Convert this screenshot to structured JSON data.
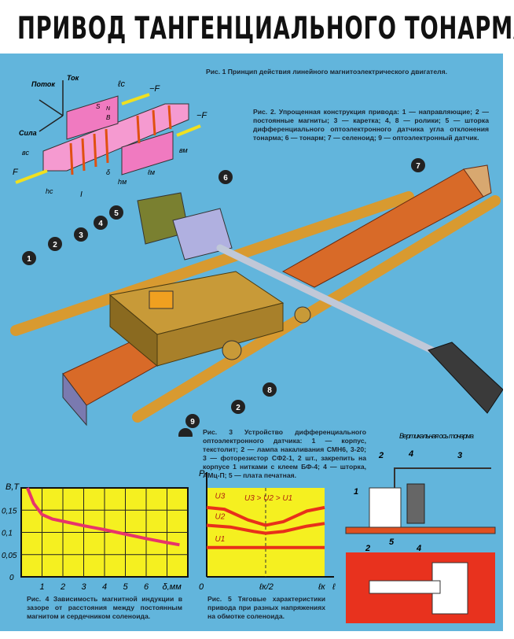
{
  "title": "ПРИВОД ТАНГЕНЦИАЛЬНОГО ТОНАРМА",
  "captions": {
    "fig1": "Рис. 1 Принцип действия линейного магнитоэлектрического двигателя.",
    "fig2": "Рис. 2. Упрощенная конструкция привода: 1 — направляющие; 2 — постоянные магниты; 3 — каретка; 4, 8 — ролики; 5 — шторка дифференциального оптоэлектронного датчика угла отклонения тонарма; 6 — тонарм; 7 — селеноид; 9 — оптоэлектронный датчик.",
    "fig3": "Рис. 3 Устройство дифференциального оптоэлектронного датчика: 1 — корпус, текстолит; 2 — лампа накаливания СМН6, 3-20; 3 — фоторезистор СФ2-1, 2 шт., закрепить на корпусе 1 нитками с клеем БФ-4; 4 — шторка, АМц-П; 5 — плата печатная.",
    "fig4": "Рис. 4 Зависимость магнитной индукции в зазоре от расстояния между постоянным магнитом и сердечником соленоида.",
    "fig5": "Рис. 5 Тяговые характеристики привода при разных напряжениях на обмотке соленоида."
  },
  "fig1_labels": {
    "flux": "Поток",
    "current": "Ток",
    "force": "Сила",
    "lc": "ℓс",
    "neg_f": "−F",
    "f": "F",
    "bc": "вс",
    "bm": "вм",
    "delta": "δ",
    "hm": "hм",
    "lm": "ℓм",
    "hc": "hс",
    "i": "I",
    "b": "B",
    "n": "N",
    "s": "S"
  },
  "fig2_callouts": [
    "1",
    "2",
    "3",
    "4",
    "5",
    "6",
    "7",
    "8",
    "9"
  ],
  "fig3_labels": {
    "axis": "Вертикальная ось тонарма",
    "callouts": [
      "1",
      "2",
      "3",
      "4",
      "5"
    ]
  },
  "colors": {
    "background": "#62b5dc",
    "chart_fill": "#f5f020",
    "curve": "#e8346a",
    "plate": "#e8321e"
  },
  "chart_data": [
    {
      "type": "line",
      "ylabel": "B,T",
      "xlabel": "δ,мм",
      "x_ticks": [
        "1",
        "2",
        "3",
        "4",
        "5",
        "6"
      ],
      "y_ticks": [
        "0",
        "0,05",
        "0,1",
        "0,15"
      ],
      "origin_label": "0",
      "xlim": [
        0,
        8
      ],
      "ylim": [
        0,
        0.2
      ],
      "grid": true,
      "series": [
        {
          "x": [
            0.3,
            0.6,
            1,
            1.5,
            2,
            3,
            4,
            5,
            6,
            7,
            7.6
          ],
          "y": [
            0.2,
            0.165,
            0.14,
            0.13,
            0.125,
            0.115,
            0.106,
            0.096,
            0.086,
            0.077,
            0.072
          ]
        }
      ]
    },
    {
      "type": "line",
      "ylabel": "P",
      "xlabel": "ℓ",
      "x_ticks": [
        "0",
        "ℓк/2",
        "ℓк"
      ],
      "annotation": "U3 > U2 > U1",
      "xlim": [
        0,
        1
      ],
      "ylim": [
        0,
        1
      ],
      "grid": false,
      "series": [
        {
          "name": "U3",
          "x": [
            0,
            0.15,
            0.35,
            0.5,
            0.65,
            0.85,
            1
          ],
          "y": [
            0.78,
            0.76,
            0.64,
            0.58,
            0.62,
            0.74,
            0.78
          ]
        },
        {
          "name": "U2",
          "x": [
            0,
            0.2,
            0.4,
            0.5,
            0.65,
            0.85,
            1
          ],
          "y": [
            0.58,
            0.56,
            0.51,
            0.49,
            0.51,
            0.57,
            0.6
          ]
        },
        {
          "name": "U1",
          "x": [
            0,
            1
          ],
          "y": [
            0.33,
            0.33
          ]
        }
      ]
    }
  ]
}
